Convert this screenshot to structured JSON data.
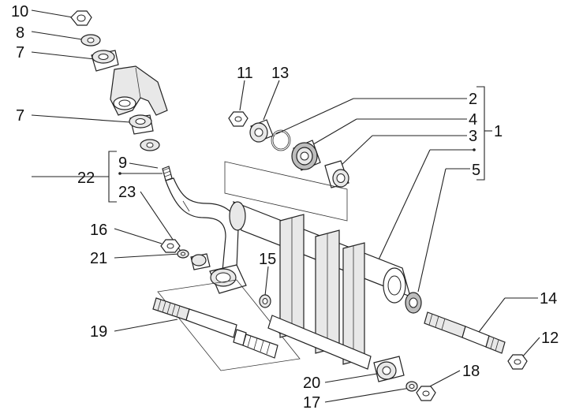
{
  "diagram": {
    "callouts": [
      {
        "id": "10",
        "label": "10"
      },
      {
        "id": "8",
        "label": "8"
      },
      {
        "id": "7a",
        "label": "7"
      },
      {
        "id": "7b",
        "label": "7"
      },
      {
        "id": "9",
        "label": "9"
      },
      {
        "id": "22",
        "label": "22"
      },
      {
        "id": "23",
        "label": "23"
      },
      {
        "id": "16",
        "label": "16"
      },
      {
        "id": "21",
        "label": "21"
      },
      {
        "id": "19",
        "label": "19"
      },
      {
        "id": "11",
        "label": "11"
      },
      {
        "id": "13",
        "label": "13"
      },
      {
        "id": "15",
        "label": "15"
      },
      {
        "id": "2",
        "label": "2"
      },
      {
        "id": "4",
        "label": "4"
      },
      {
        "id": "3",
        "label": "3"
      },
      {
        "id": "1",
        "label": "1"
      },
      {
        "id": "5",
        "label": "5"
      },
      {
        "id": "14",
        "label": "14"
      },
      {
        "id": "12",
        "label": "12"
      },
      {
        "id": "18",
        "label": "18"
      },
      {
        "id": "20",
        "label": "20"
      },
      {
        "id": "17",
        "label": "17"
      }
    ]
  }
}
